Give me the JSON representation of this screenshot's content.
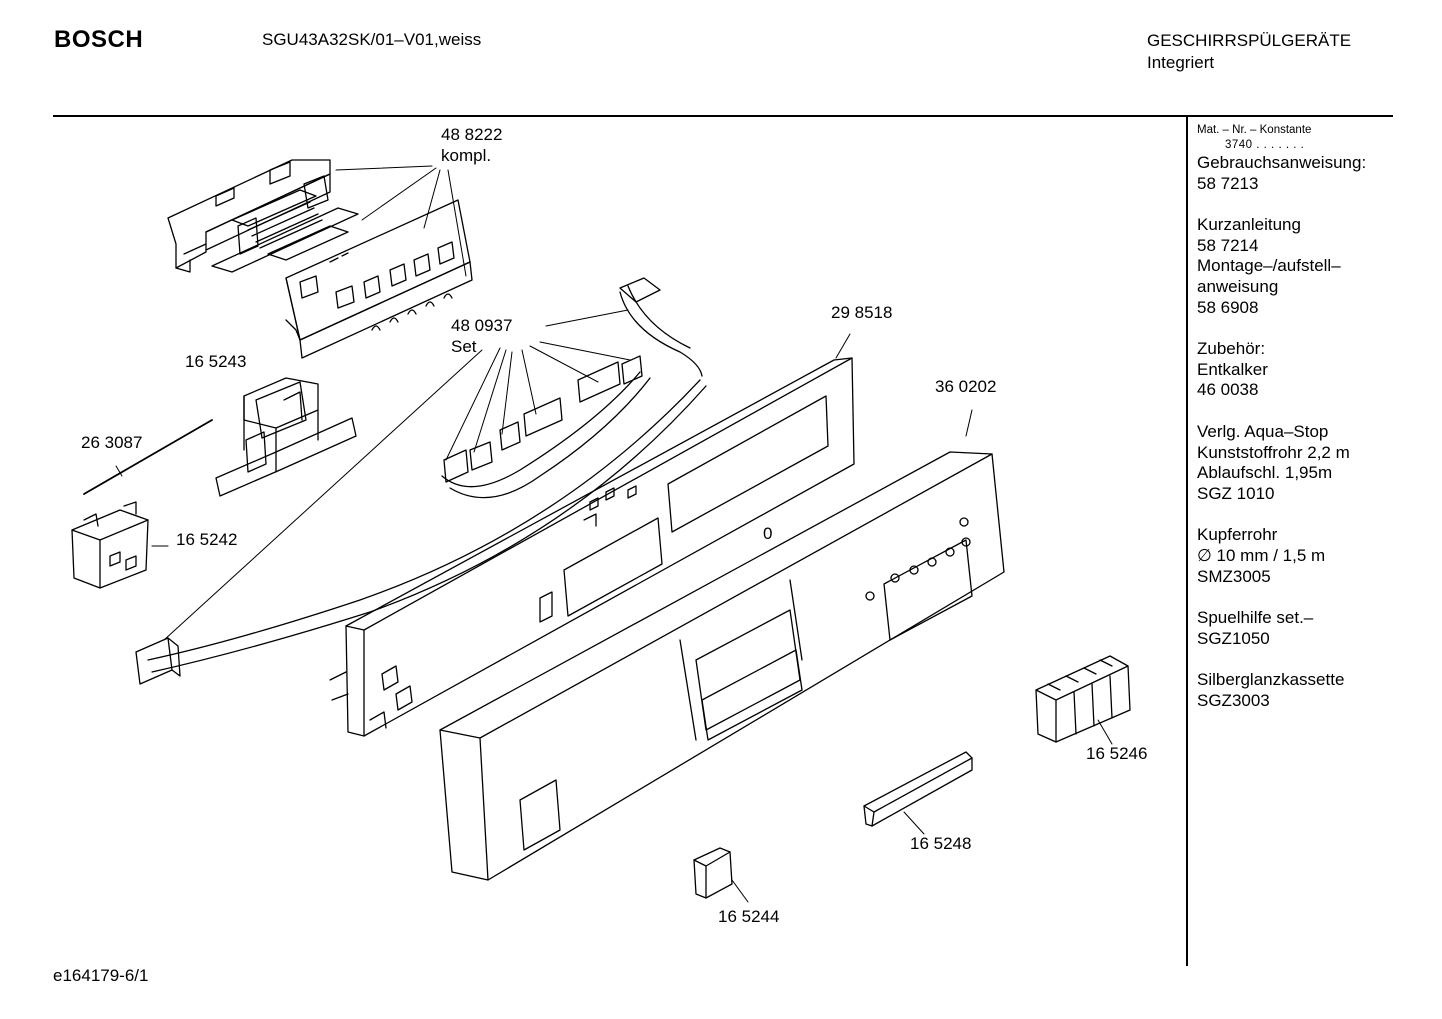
{
  "header": {
    "brand": "BOSCH",
    "model": "SGU43A32SK/01–V01,weiss",
    "category_line1": "GESCHIRRSPÜLGERÄTE",
    "category_line2": "Integriert"
  },
  "sidebar": {
    "mat_label": "Mat. – Nr. – Konstante",
    "mat_value": "3740 . .   . . . . .",
    "lines": [
      "Gebrauchsanweisung:",
      "58 7213",
      "",
      "Kurzanleitung",
      "58 7214",
      "Montage–/aufstell–",
      "anweisung",
      "58 6908",
      "",
      "Zubehör:",
      "Entkalker",
      "46 0038",
      "",
      "Verlg. Aqua–Stop",
      "Kunststoffrohr 2,2 m",
      "Ablaufschl. 1,95m",
      "SGZ 1010",
      "",
      "Kupferrohr",
      "∅ 10 mm / 1,5 m",
      "SMZ3005",
      "",
      "Spuelhilfe set.–",
      "SGZ1050",
      "",
      "Silberglanzkassette",
      "SGZ3003"
    ]
  },
  "parts": {
    "p488222": "48 8222",
    "p488222_note": "kompl.",
    "p480937": "48 0937",
    "p480937_note": "Set",
    "p298518": "29 8518",
    "p360202": "36 0202",
    "p165243": "16 5243",
    "p263087": "26 3087",
    "p165242": "16 5242",
    "p165246": "16 5246",
    "p165248": "16 5248",
    "p165244": "16 5244",
    "zero_mark": "0"
  },
  "footer": {
    "drawing_id": "e164179-6/1"
  }
}
